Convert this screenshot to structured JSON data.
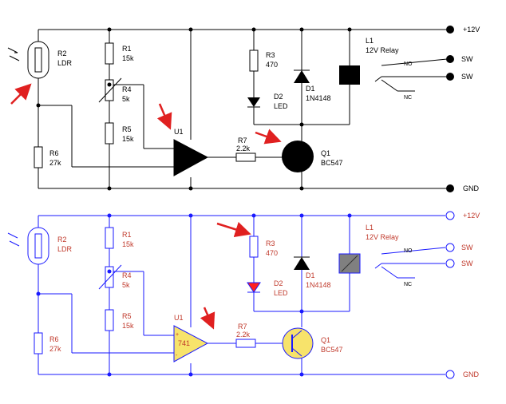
{
  "colors": {
    "top_wire": "#000000",
    "bottom_wire": "#1a1aff",
    "bottom_label": "#c0392b",
    "opamp_fill": "#f7e36b",
    "transistor_fill": "#f7e36b",
    "led_fill": "#ff2020",
    "relay_fill": "#808080",
    "arrow": "#e02020"
  },
  "top": {
    "rail_pos": "+12V",
    "rail_gnd": "GND",
    "ldr_ref": "R2",
    "ldr_name": "LDR",
    "r1_ref": "R1",
    "r1_val": "15k",
    "r4_ref": "R4",
    "r4_val": "5k",
    "r5_ref": "R5",
    "r5_val": "15k",
    "r6_ref": "R6",
    "r6_val": "27k",
    "u1_ref": "U1",
    "r7_ref": "R7",
    "r7_val": "2.2k",
    "r3_ref": "R3",
    "r3_val": "470",
    "d2_ref": "D2",
    "d2_name": "LED",
    "d1_ref": "D1",
    "d1_name": "1N4148",
    "q1_ref": "Q1",
    "q1_name": "BC547",
    "l1_ref": "L1",
    "l1_name": "12V Relay",
    "no": "NO",
    "nc": "NC",
    "sw1": "SW",
    "sw2": "SW"
  },
  "bottom": {
    "rail_pos": "+12V",
    "rail_gnd": "GND",
    "ldr_ref": "R2",
    "ldr_name": "LDR",
    "r1_ref": "R1",
    "r1_val": "15k",
    "r4_ref": "R4",
    "r4_val": "5k",
    "r5_ref": "R5",
    "r5_val": "15k",
    "r6_ref": "R6",
    "r6_val": "27k",
    "u1_ref": "U1",
    "u1_part": "741",
    "pin_plus": "+",
    "pin_minus": "-",
    "r7_ref": "R7",
    "r7_val": "2.2k",
    "r3_ref": "R3",
    "r3_val": "470",
    "d2_ref": "D2",
    "d2_name": "LED",
    "d1_ref": "D1",
    "d1_name": "1N4148",
    "q1_ref": "Q1",
    "q1_name": "BC547",
    "l1_ref": "L1",
    "l1_name": "12V Relay",
    "no": "NO",
    "nc": "NC",
    "sw1": "SW",
    "sw2": "SW"
  }
}
